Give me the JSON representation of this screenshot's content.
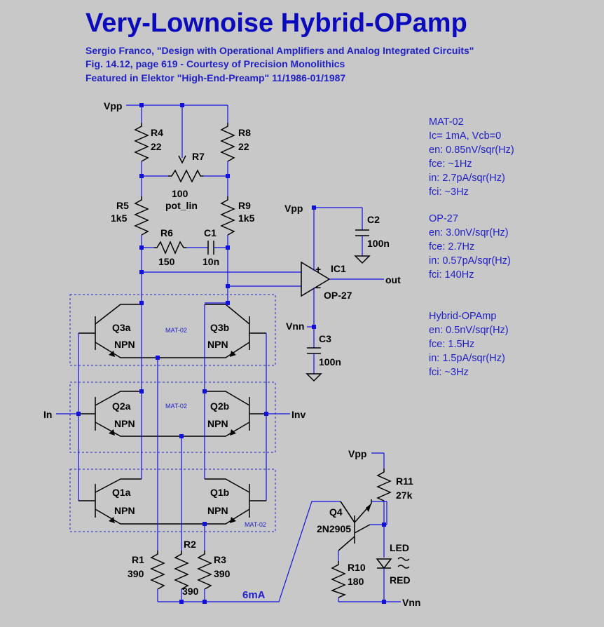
{
  "title": "Very-Lownoise Hybrid-OPamp",
  "subtitle_lines": [
    "Sergio Franco, \"Design with Operational Amplifiers and Analog Integrated Circuits\"",
    "Fig. 14.12, page 619 - Courtesy of Precision Monolithics",
    "Featured in Elektor \"High-End-Preamp\" 11/1986-01/1987"
  ],
  "nets": {
    "vpp": "Vpp",
    "vnn": "Vnn",
    "in": "In",
    "inv": "Inv",
    "out": "out",
    "bias_current": "6mA"
  },
  "components": {
    "R4": {
      "name": "R4",
      "value": "22"
    },
    "R8": {
      "name": "R8",
      "value": "22"
    },
    "R7": {
      "name": "R7",
      "value": "100",
      "model": "pot_lin"
    },
    "R5": {
      "name": "R5",
      "value": "1k5"
    },
    "R9": {
      "name": "R9",
      "value": "1k5"
    },
    "R6": {
      "name": "R6",
      "value": "150"
    },
    "C1": {
      "name": "C1",
      "value": "10n"
    },
    "C2": {
      "name": "C2",
      "value": "100n"
    },
    "C3": {
      "name": "C3",
      "value": "100n"
    },
    "IC1": {
      "name": "IC1",
      "model": "OP-27"
    },
    "Q3a": {
      "name": "Q3a",
      "type": "NPN"
    },
    "Q3b": {
      "name": "Q3b",
      "type": "NPN"
    },
    "Q2a": {
      "name": "Q2a",
      "type": "NPN"
    },
    "Q2b": {
      "name": "Q2b",
      "type": "NPN"
    },
    "Q1a": {
      "name": "Q1a",
      "type": "NPN"
    },
    "Q1b": {
      "name": "Q1b",
      "type": "NPN"
    },
    "R1": {
      "name": "R1",
      "value": "390"
    },
    "R2": {
      "name": "R2",
      "value": "390"
    },
    "R3": {
      "name": "R3",
      "value": "390"
    },
    "Q4": {
      "name": "Q4",
      "model": "2N2905"
    },
    "R10": {
      "name": "R10",
      "value": "180"
    },
    "R11": {
      "name": "R11",
      "value": "27k"
    },
    "LED": {
      "name": "LED",
      "color": "RED"
    },
    "matched_pair_label": "MAT-02"
  },
  "opamp_pins": {
    "plus": "+",
    "minus": "−"
  },
  "notes": {
    "mat02": [
      "MAT-02",
      "Ic= 1mA, Vcb=0",
      "en:  0.85nV/sqr(Hz)",
      "fce:  ~1Hz",
      "in:  2.7pA/sqr(Hz)",
      "fci:  ~3Hz"
    ],
    "op27": [
      "OP-27",
      "en:  3.0nV/sqr(Hz)",
      "fce:  2.7Hz",
      "in:  0.57pA/sqr(Hz)",
      "fci:  140Hz"
    ],
    "hybrid": [
      "Hybrid-OPAmp",
      "en:  0.5nV/sqr(Hz)",
      "fce:  1.5Hz",
      "in:  1.5pA/sqr(Hz)",
      "fci:  ~3Hz"
    ]
  }
}
